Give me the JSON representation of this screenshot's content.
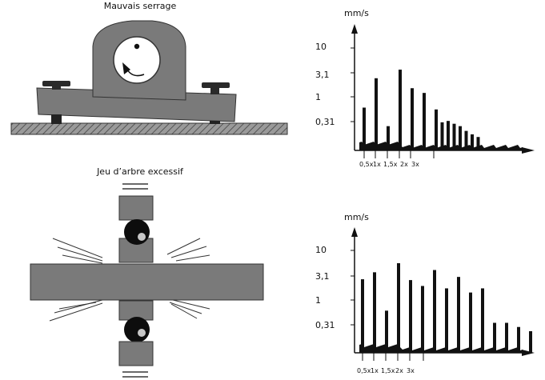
{
  "colors": {
    "part_fill": "#7a7a7a",
    "ground_fill": "#8a8a8a",
    "bearing": "#0d0d0d",
    "outline": "#333333",
    "ink": "#111111"
  },
  "panels": [
    {
      "title": "Mauvais serrage",
      "illustration": "pillow-block-bearing-with-loose-bolt",
      "chart": {
        "type": "spectrum",
        "unit": "mm/s",
        "y_tick_labels": [
          "10",
          "3,1",
          "1",
          "0,31"
        ],
        "x_tick_labels": [
          "0,5x",
          "1x",
          "1,5x",
          "2x",
          "3x"
        ]
      }
    },
    {
      "title": "Jeu d’arbre excessif",
      "illustration": "shaft-with-excessive-play-between-two-bearings",
      "chart": {
        "type": "spectrum",
        "unit": "mm/s",
        "y_tick_labels": [
          "10",
          "3,1",
          "1",
          "0,31"
        ],
        "x_tick_labels": [
          "0,5x",
          "1x",
          "1,5x",
          "2x",
          "3x"
        ]
      }
    }
  ],
  "chart_data": [
    {
      "type": "bar",
      "y_scale": "log",
      "ylabel": "mm/s",
      "y_ticks": [
        10,
        3.1,
        1,
        0.31
      ],
      "x_tick_labels": [
        "0,5x",
        "1x",
        "1,5x",
        "2x",
        "3x"
      ],
      "x": [
        0.5,
        1,
        1.5,
        2,
        2.5,
        3,
        3.5,
        3.75,
        4,
        4.25,
        4.5,
        4.75,
        5,
        5.25
      ],
      "values": [
        0.6,
        2.4,
        0.25,
        3.6,
        1.5,
        1.2,
        0.55,
        0.3,
        0.32,
        0.28,
        0.25,
        0.2,
        0.17,
        0.15
      ]
    },
    {
      "type": "bar",
      "y_scale": "log",
      "ylabel": "mm/s",
      "y_ticks": [
        10,
        3.1,
        1,
        0.31
      ],
      "x_tick_labels": [
        "0,5x",
        "1x",
        "1,5x",
        "2x",
        "3x"
      ],
      "x": [
        0.5,
        1,
        1.5,
        2,
        2.5,
        3,
        3.5,
        4,
        4.5,
        5,
        5.5,
        6,
        6.5,
        7,
        7.5
      ],
      "values": [
        2.6,
        3.6,
        0.6,
        5.5,
        2.5,
        1.9,
        4.0,
        1.7,
        2.9,
        1.4,
        1.7,
        0.34,
        0.34,
        0.28,
        0.23
      ]
    }
  ]
}
